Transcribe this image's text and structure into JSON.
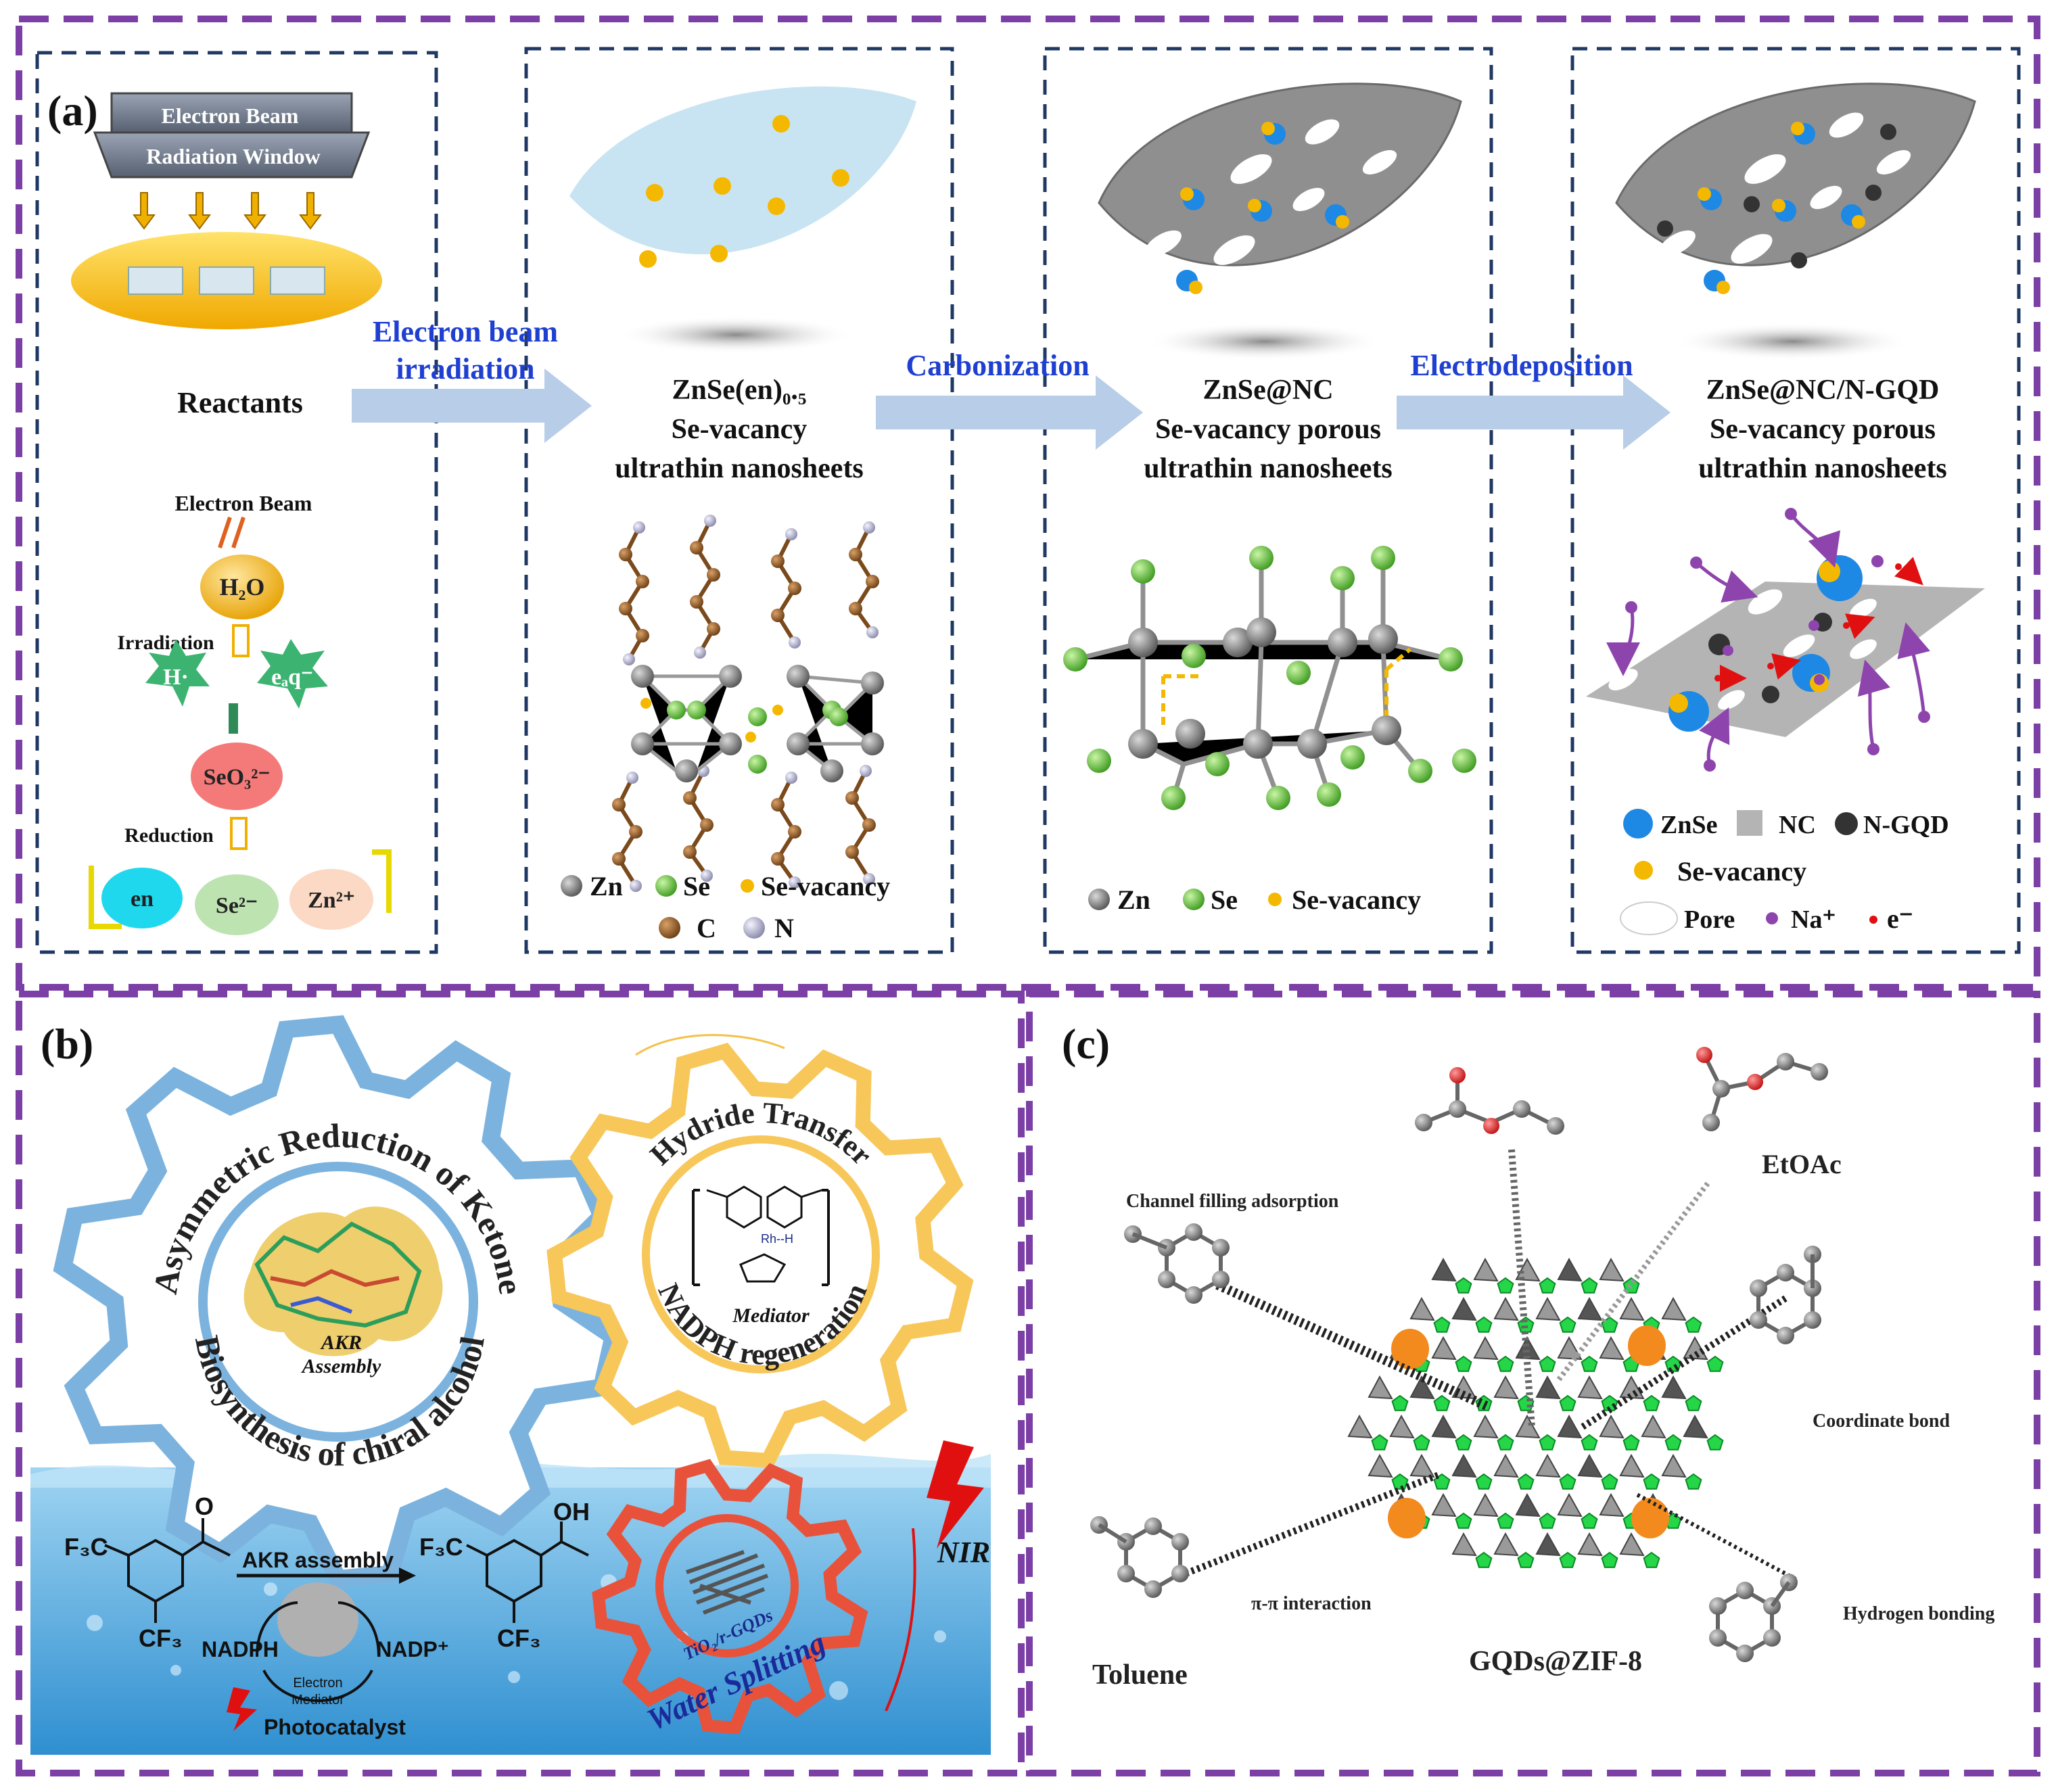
{
  "panel_a": {
    "label": "(a)",
    "radiation_window": {
      "line1": "Electron Beam",
      "line2": "Radiation Window"
    },
    "reactants_label": "Reactants",
    "mechanism": {
      "electron_beam": "Electron Beam",
      "h2o": "H₂O",
      "irradiation": "Irradiation",
      "h_radical": "H·",
      "eaq": "eₐq⁻",
      "seo3": "SeO₃²⁻",
      "reduction": "Reduction",
      "en": "en",
      "se2": "Se²⁻",
      "zn2": "Zn²⁺"
    },
    "step1": {
      "line1": "Electron beam",
      "line2": "irradiation"
    },
    "step2": "Carbonization",
    "step3": "Electrodeposition",
    "product1": {
      "line1": "ZnSe(en)₀.₅",
      "line2": "Se-vacancy",
      "line3": "ultrathin nanosheets"
    },
    "product2": {
      "line1": "ZnSe@NC",
      "line2": "Se-vacancy porous",
      "line3": "ultrathin nanosheets"
    },
    "product3": {
      "line1": "ZnSe@NC/N-GQD",
      "line2": "Se-vacancy porous",
      "line3": "ultrathin nanosheets"
    },
    "legend1": {
      "zn": "Zn",
      "se": "Se",
      "vac": "Se-vacancy",
      "c": "C",
      "n": "N"
    },
    "legend2": {
      "zn": "Zn",
      "se": "Se",
      "vac": "Se-vacancy"
    },
    "legend3": {
      "znse": "ZnSe",
      "nc": "NC",
      "ngqd": "N-GQD",
      "vac": "Se-vacancy",
      "pore": "Pore",
      "na": "Na⁺",
      "e": "e⁻"
    }
  },
  "panel_b": {
    "label": "(b)",
    "gear1_top": "Asymmetric Reduction of Ketone",
    "gear1_bottom": "Biosynthesis of chiral alcohol",
    "akr_assembly": {
      "line1": "AKR",
      "line2": "Assembly"
    },
    "gear2_top": "Hydride Transfer",
    "gear2_bottom": "NADPH regeneration",
    "mediator": "Mediator",
    "rh_h": "Rh--H",
    "gear3_inner": "TiO₂/r-GQDs",
    "gear3_text": "Water Splitting",
    "nir": "NIR",
    "reaction": {
      "cf3_left_top": "F₃C",
      "cf3_left_bottom": "CF₃",
      "o": "O",
      "akr": "AKR assembly",
      "f3c_right": "F₃C",
      "oh": "OH",
      "cf3_right": "CF₃",
      "nadph": "NADPH",
      "nadp": "NADP⁺",
      "electron_mediator": {
        "line1": "Electron",
        "line2": "Mediator"
      },
      "photocatalyst": "Photocatalyst"
    }
  },
  "panel_c": {
    "label": "(c)",
    "channel_filling": "Channel filling adsorption",
    "etoac": "EtOAc",
    "coordinate_bond": "Coordinate bond",
    "pi_pi": "π-π interaction",
    "hydrogen_bonding": "Hydrogen bonding",
    "toluene": "Toluene",
    "gqds": "GQDs@ZIF-8"
  },
  "colors": {
    "frame_purple": "#7b3fa6",
    "dash_navy": "#1f3864",
    "arrow_blue": "#b7cde8",
    "step_blue": "#1f3fd1",
    "yellow": "#f5b800",
    "zn_grey": "#8a8a8a",
    "se_green": "#5ec23a",
    "carbon_brown": "#8b5a2b",
    "nitrogen_lav": "#b9b9d6",
    "znse_blue": "#1e88e5",
    "na_purple": "#8e44ad",
    "water_blue": "#5fb3e0",
    "gear_blue": "#7bb3de",
    "gear_yellow": "#f7c75a",
    "gear_red": "#e8523a",
    "zif_green": "#24d648",
    "orange_ball": "#f28a1e"
  }
}
